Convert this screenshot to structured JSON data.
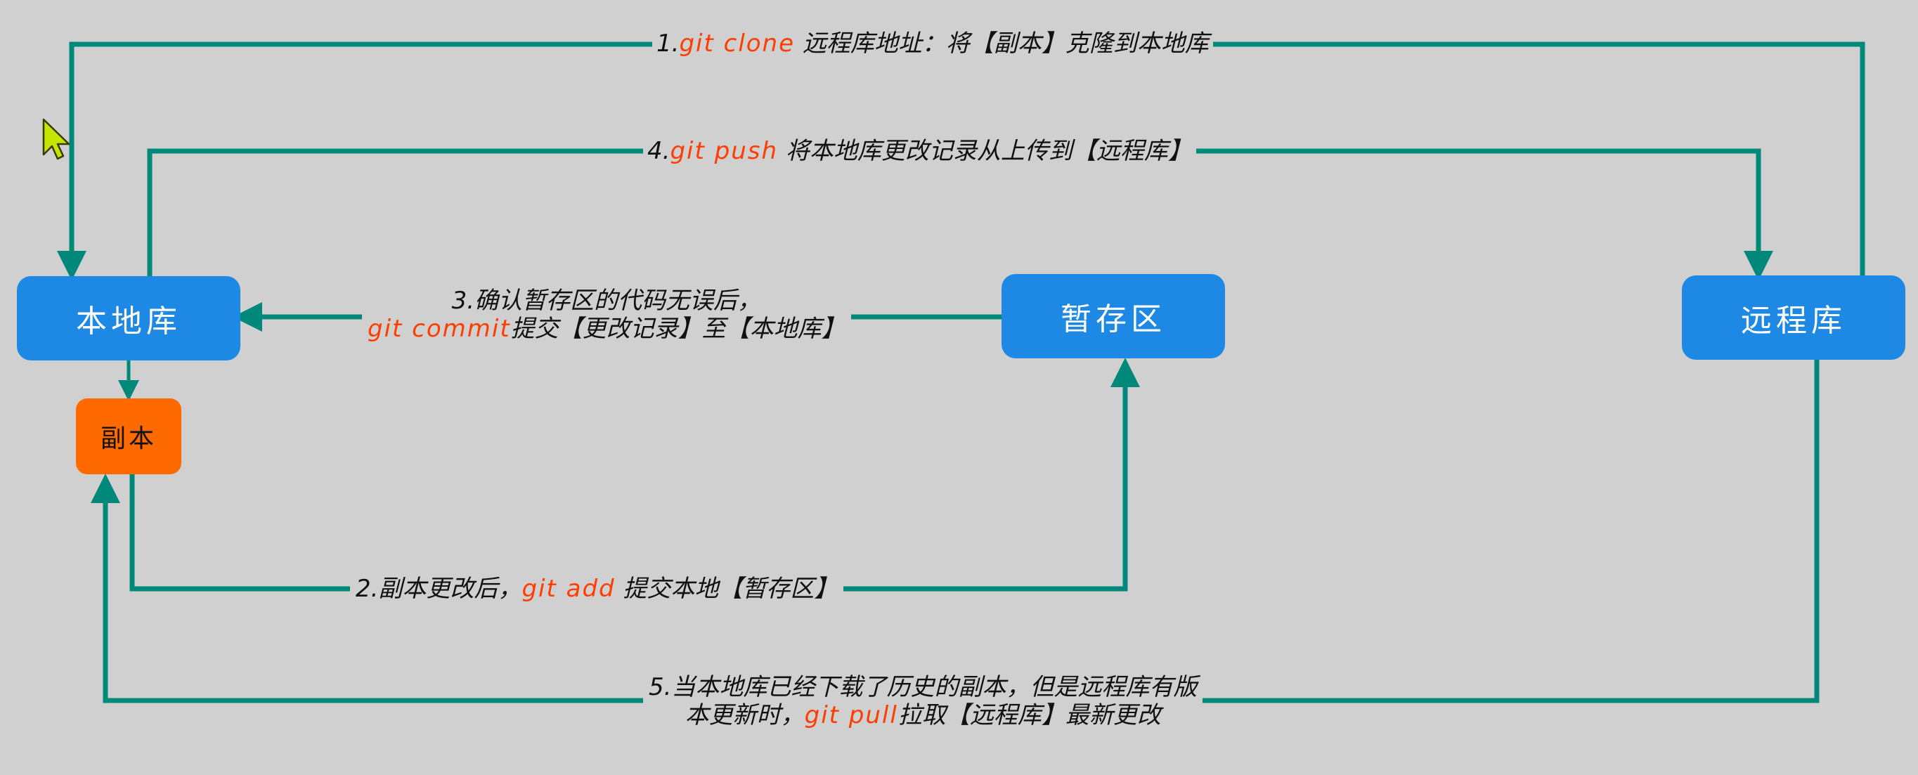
{
  "colors": {
    "background": "#d0d0d0",
    "connector": "#00897b",
    "node_blue": "#1e88e5",
    "node_orange": "#ff6a00",
    "command": "#ff3d00",
    "cursor": "#c6e500"
  },
  "nodes": {
    "local_repo": "本地库",
    "copy": "副本",
    "staging": "暂存区",
    "remote_repo": "远程库"
  },
  "steps": {
    "clone": {
      "prefix": "1.",
      "command": "git clone",
      "text": " 远程库地址：将【副本】克隆到本地库"
    },
    "add": {
      "prefix": "2.副本更改后，",
      "command": "git add",
      "text": " 提交本地【暂存区】"
    },
    "commit": {
      "line1": "3.确认暂存区的代码无误后，",
      "command": "git commit",
      "text": "提交【更改记录】至【本地库】"
    },
    "push": {
      "prefix": "4.",
      "command": "git push",
      "text": " 将本地库更改记录从上传到【远程库】"
    },
    "pull": {
      "line1": "5.当本地库已经下载了历史的副本，但是远程库有版",
      "line2_prefix": "本更新时，",
      "command": "git pull",
      "text": "拉取【远程库】最新更改"
    }
  }
}
